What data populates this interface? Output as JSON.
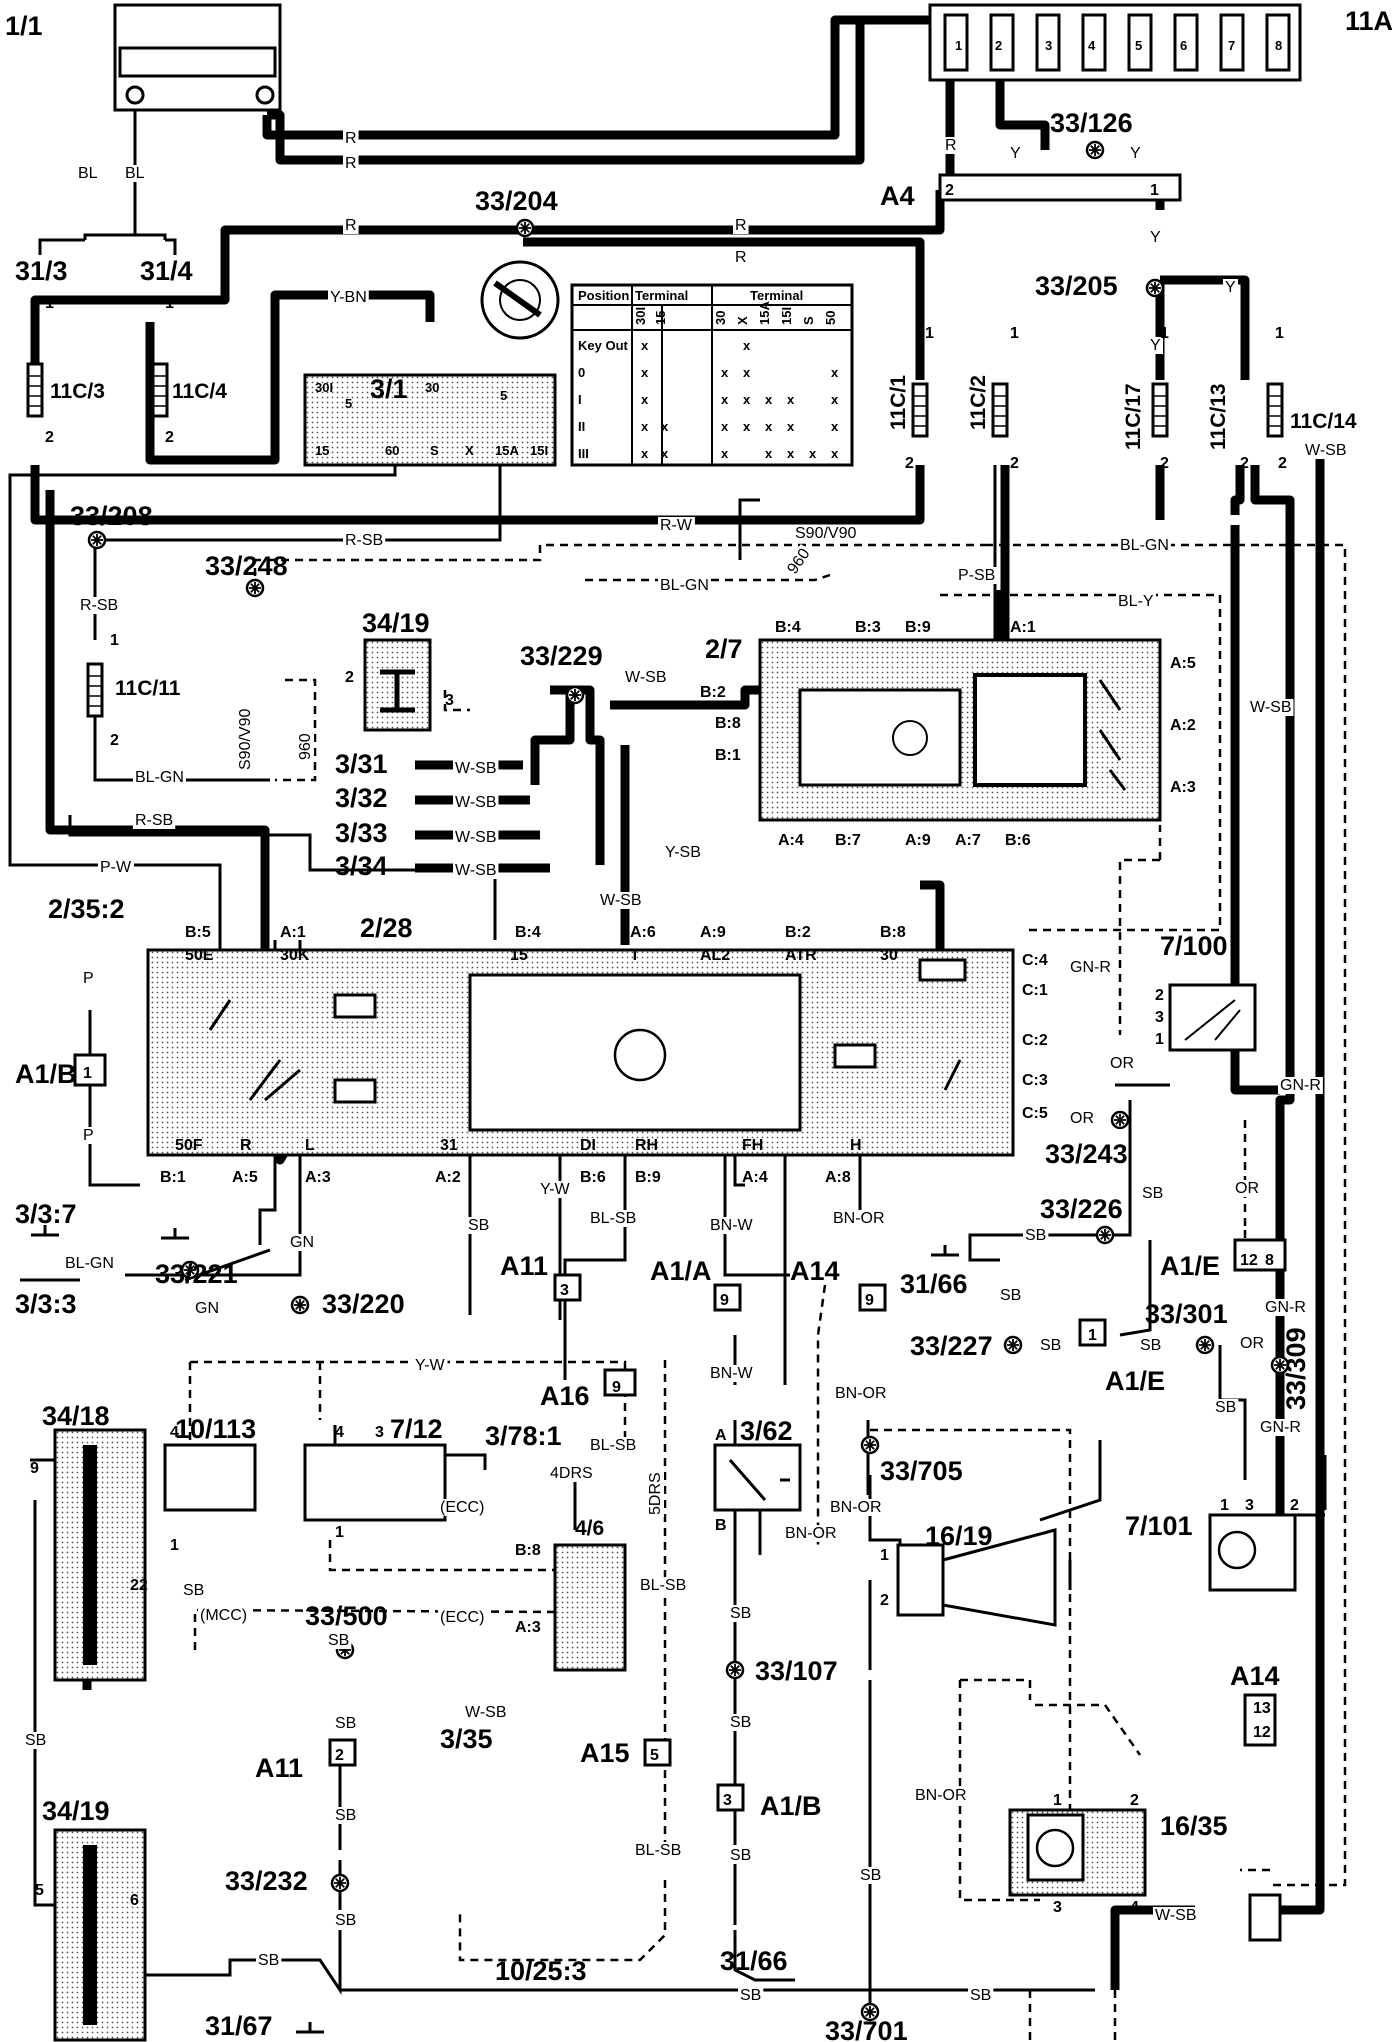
{
  "components": {
    "c1_1": "1/1",
    "c11A": "11A",
    "c33_126": "33/126",
    "cA4": "A4",
    "c33_204": "33/204",
    "c33_205": "33/205",
    "c31_3": "31/3",
    "c31_4": "31/4",
    "c11C_3": "11C/3",
    "c11C_4": "11C/4",
    "c3_1": "3/1",
    "c11C_1": "11C/1",
    "c11C_2": "11C/2",
    "c11C_17": "11C/17",
    "c11C_13": "11C/13",
    "c11C_14": "11C/14",
    "c33_208": "33/208",
    "c33_248": "33/248",
    "c34_19a": "34/19",
    "c33_229": "33/229",
    "c2_7": "2/7",
    "c11C_11": "11C/11",
    "c3_31": "3/31",
    "c3_32": "3/32",
    "c3_33": "3/33",
    "c3_34": "3/34",
    "c2_35_2": "2/35:2",
    "c2_28": "2/28",
    "c7_100": "7/100",
    "cA1B": "A1/B",
    "c33_243": "33/243",
    "c33_226": "33/226",
    "c3_3_7": "3/3:7",
    "c33_221": "33/221",
    "c3_3_3": "3/3:3",
    "c33_220": "33/220",
    "cA11": "A11",
    "cA1A": "A1/A",
    "cA14": "A14",
    "c31_66": "31/66",
    "cA1E": "A1/E",
    "c33_227": "33/227",
    "c33_301": "33/301",
    "c33_309": "33/309",
    "c34_18": "34/18",
    "c10_113": "10/113",
    "c7_12": "7/12",
    "cA16": "A16",
    "c3_78_1": "3/78:1",
    "c3_62": "3/62",
    "c33_705": "33/705",
    "c16_19": "16/19",
    "c7_101": "7/101",
    "c4_6": "4/6",
    "c33_500": "33/500",
    "c33_107": "33/107",
    "c3_35": "3/35",
    "cA15": "A15",
    "c16_35": "16/35",
    "cA11b": "A11",
    "cA1Bb": "A1/B",
    "cA14b": "A14",
    "c34_19b": "34/19",
    "c33_232": "33/232",
    "c10_25_3": "10/25:3",
    "c31_66b": "31/66",
    "c31_67": "31/67",
    "c33_701": "33/701"
  },
  "wires": {
    "R": "R",
    "Y": "Y",
    "BL": "BL",
    "YBN": "Y-BN",
    "RW": "R-W",
    "RSB": "R-SB",
    "PSB": "P-SB",
    "BLGN": "BL-GN",
    "BLY": "BL-Y",
    "WSB": "W-SB",
    "YSB": "Y-SB",
    "PW": "P-W",
    "GNR": "GN-R",
    "OR": "OR",
    "SB": "SB",
    "GN": "GN",
    "YW": "Y-W",
    "BLSB": "BL-SB",
    "BNW": "BN-W",
    "BNOR": "BN-OR",
    "P": "P",
    "S90V90": "S90/V90",
    "n960": "960",
    "MCC": "(MCC)",
    "ECC": "(ECC)",
    "DRS4": "4DRS",
    "DRS5": "5DRS"
  },
  "pins": {
    "p1": "1",
    "p2": "2",
    "p3": "3",
    "p4": "4",
    "p5": "5",
    "p6": "6",
    "p7": "7",
    "p8": "8",
    "p9": "9",
    "p12": "12",
    "p13": "13",
    "p22": "22",
    "B4": "B:4",
    "B3": "B:3",
    "B9": "B:9",
    "A1": "A:1",
    "B2": "B:2",
    "B8": "B:8",
    "B1": "B:1",
    "A5": "A:5",
    "A2": "A:2",
    "A3": "A:3",
    "A4": "A:4",
    "B7": "B:7",
    "A9": "A:9",
    "A7": "A:7",
    "B6": "B:6",
    "B5": "B:5",
    "A6": "A:6",
    "C4": "C:4",
    "C1": "C:1",
    "C2": "C:2",
    "C3": "C:3",
    "C5": "C:5",
    "A8": "A:8",
    "B8b": "B:8",
    "A3b": "A:3",
    "pA": "A",
    "pB": "B",
    "t50E": "50E",
    "t30K": "30K",
    "t15": "15",
    "tT": "T",
    "tAL2": "AL2",
    "tATR": "ATR",
    "t30": "30",
    "t50F": "50F",
    "tR": "R",
    "tL": "L",
    "t31": "31",
    "tDI": "DI",
    "tRH": "RH",
    "tFH": "FH",
    "tH": "H",
    "s30": "30",
    "s15": "15",
    "s60": "60",
    "sS": "S",
    "sX": "X",
    "s15A": "15A",
    "s15I": "15I",
    "s30I": "30I",
    "s5": "5"
  },
  "ignition_table": {
    "h_position": "Position",
    "h_terminal1": "Terminal",
    "h_terminal2": "Terminal",
    "cols1": [
      "30I",
      "15"
    ],
    "cols2": [
      "30",
      "X",
      "15A",
      "15I",
      "S",
      "50"
    ],
    "rows": [
      "Key Out",
      "0",
      "I",
      "II",
      "III"
    ],
    "cells": [
      [
        "x",
        "",
        "",
        "x",
        "",
        "",
        "",
        ""
      ],
      [
        "x",
        "",
        "x",
        "x",
        "",
        "",
        "",
        "x"
      ],
      [
        "x",
        "",
        "x",
        "x",
        "x",
        "x",
        "",
        "x"
      ],
      [
        "x",
        "x",
        "x",
        "x",
        "x",
        "x",
        "",
        "x"
      ],
      [
        "x",
        "x",
        "x",
        "",
        "x",
        "x",
        "x",
        "x"
      ]
    ]
  }
}
